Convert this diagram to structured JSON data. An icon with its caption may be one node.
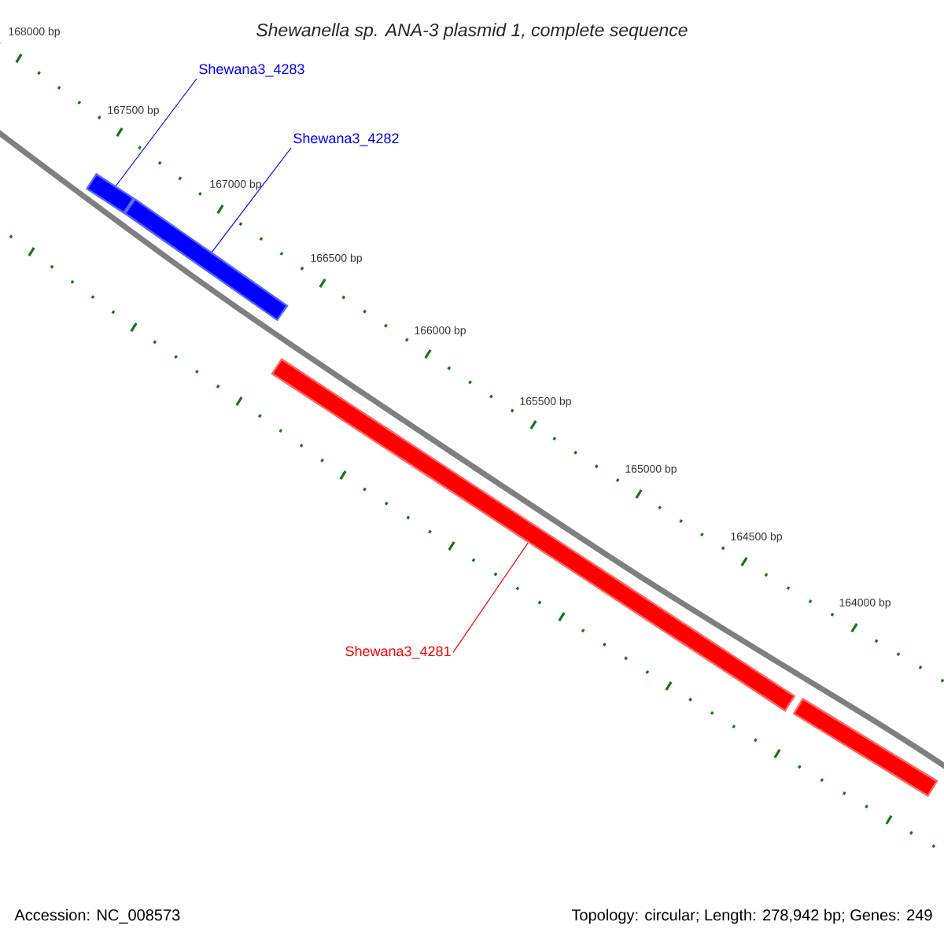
{
  "diagram": {
    "title": "Shewanella sp. ANA-3 plasmid 1, complete sequence",
    "nodes": [
      {
        "text": [
          "Shewana3_4283"
        ]
      },
      {
        "text": [
          "Shewana3_4282"
        ]
      },
      {
        "text": [
          "Shewana3_4281"
        ]
      },
      {
        "text": [],
        "shape": "bar"
      },
      {
        "text": [],
        "shape": "bar"
      },
      {
        "text": [],
        "shape": "bar"
      },
      {
        "text": [],
        "shape": "bar"
      }
    ],
    "edges": [
      {
        "from": 0,
        "to": 3,
        "arrow": "none"
      },
      {
        "from": 1,
        "to": 4,
        "arrow": "none"
      },
      {
        "from": 2,
        "to": 5,
        "arrow": "none",
        "color": "#ff0000"
      }
    ],
    "labels": [
      "168000 bp",
      "167500 bp",
      "167000 bp",
      "166500 bp",
      "166000 bp",
      "165500 bp",
      "165000 bp",
      "164500 bp",
      "164000 bp",
      "Accession: NC_008573",
      "Topology: circular; Length: 278,942 bp; Genes: 249"
    ]
  }
}
